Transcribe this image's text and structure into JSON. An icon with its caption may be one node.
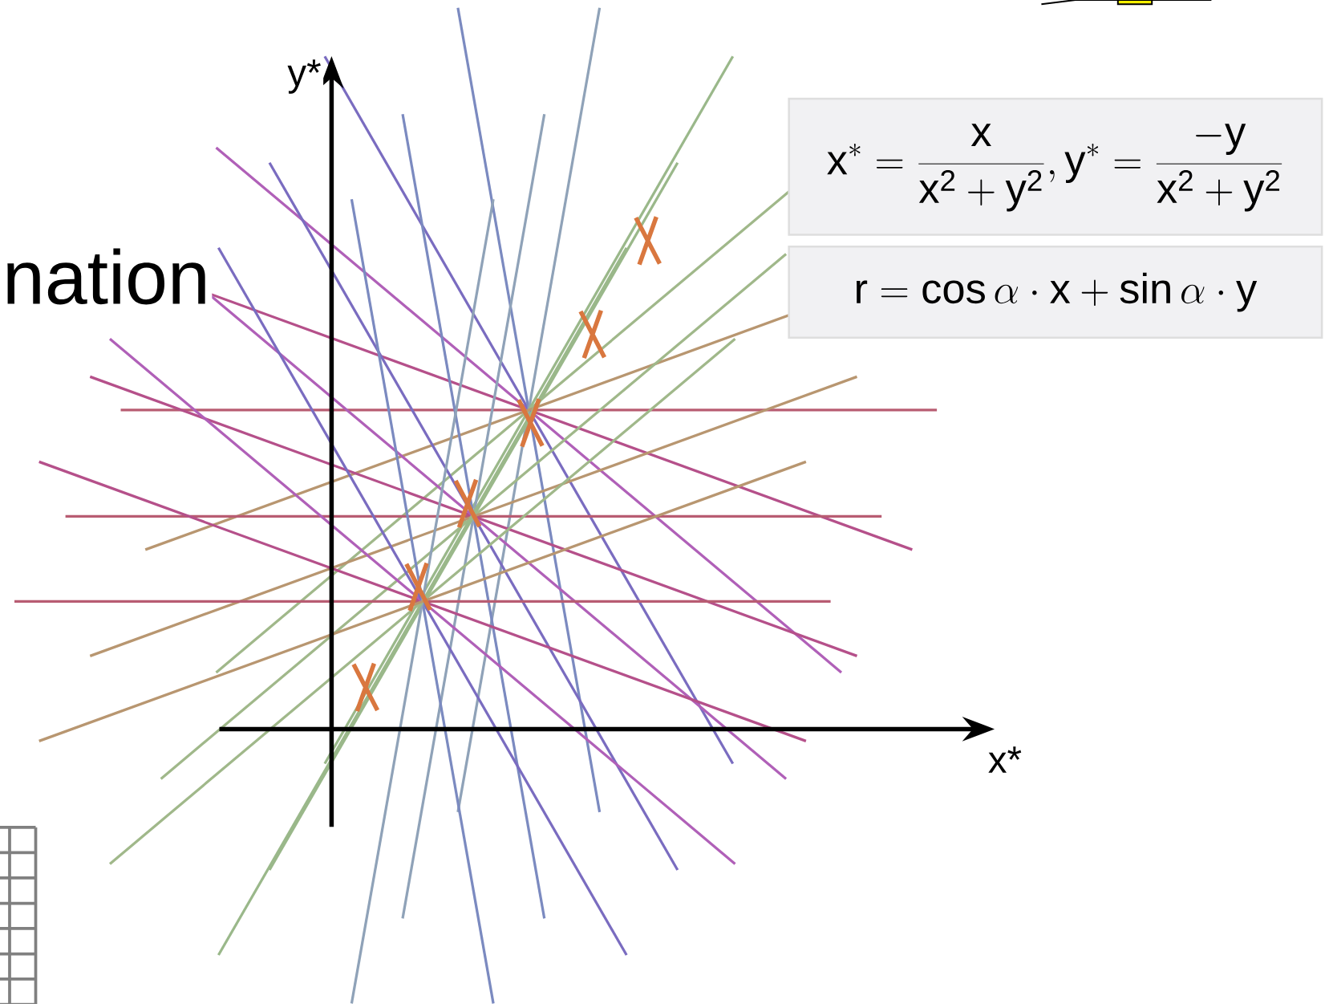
{
  "diagram": {
    "nodes": [
      {
        "text": [
          "x^* = \\frac{x}{x^2+y^2}, y^* = \\frac{-y}{x^2+y^2}"
        ]
      },
      {
        "text": [
          "r = \\cos\\alpha \\cdot x + \\sin\\alpha \\cdot y"
        ]
      }
    ],
    "labels": [
      "nation",
      "y*",
      "x*"
    ]
  }
}
